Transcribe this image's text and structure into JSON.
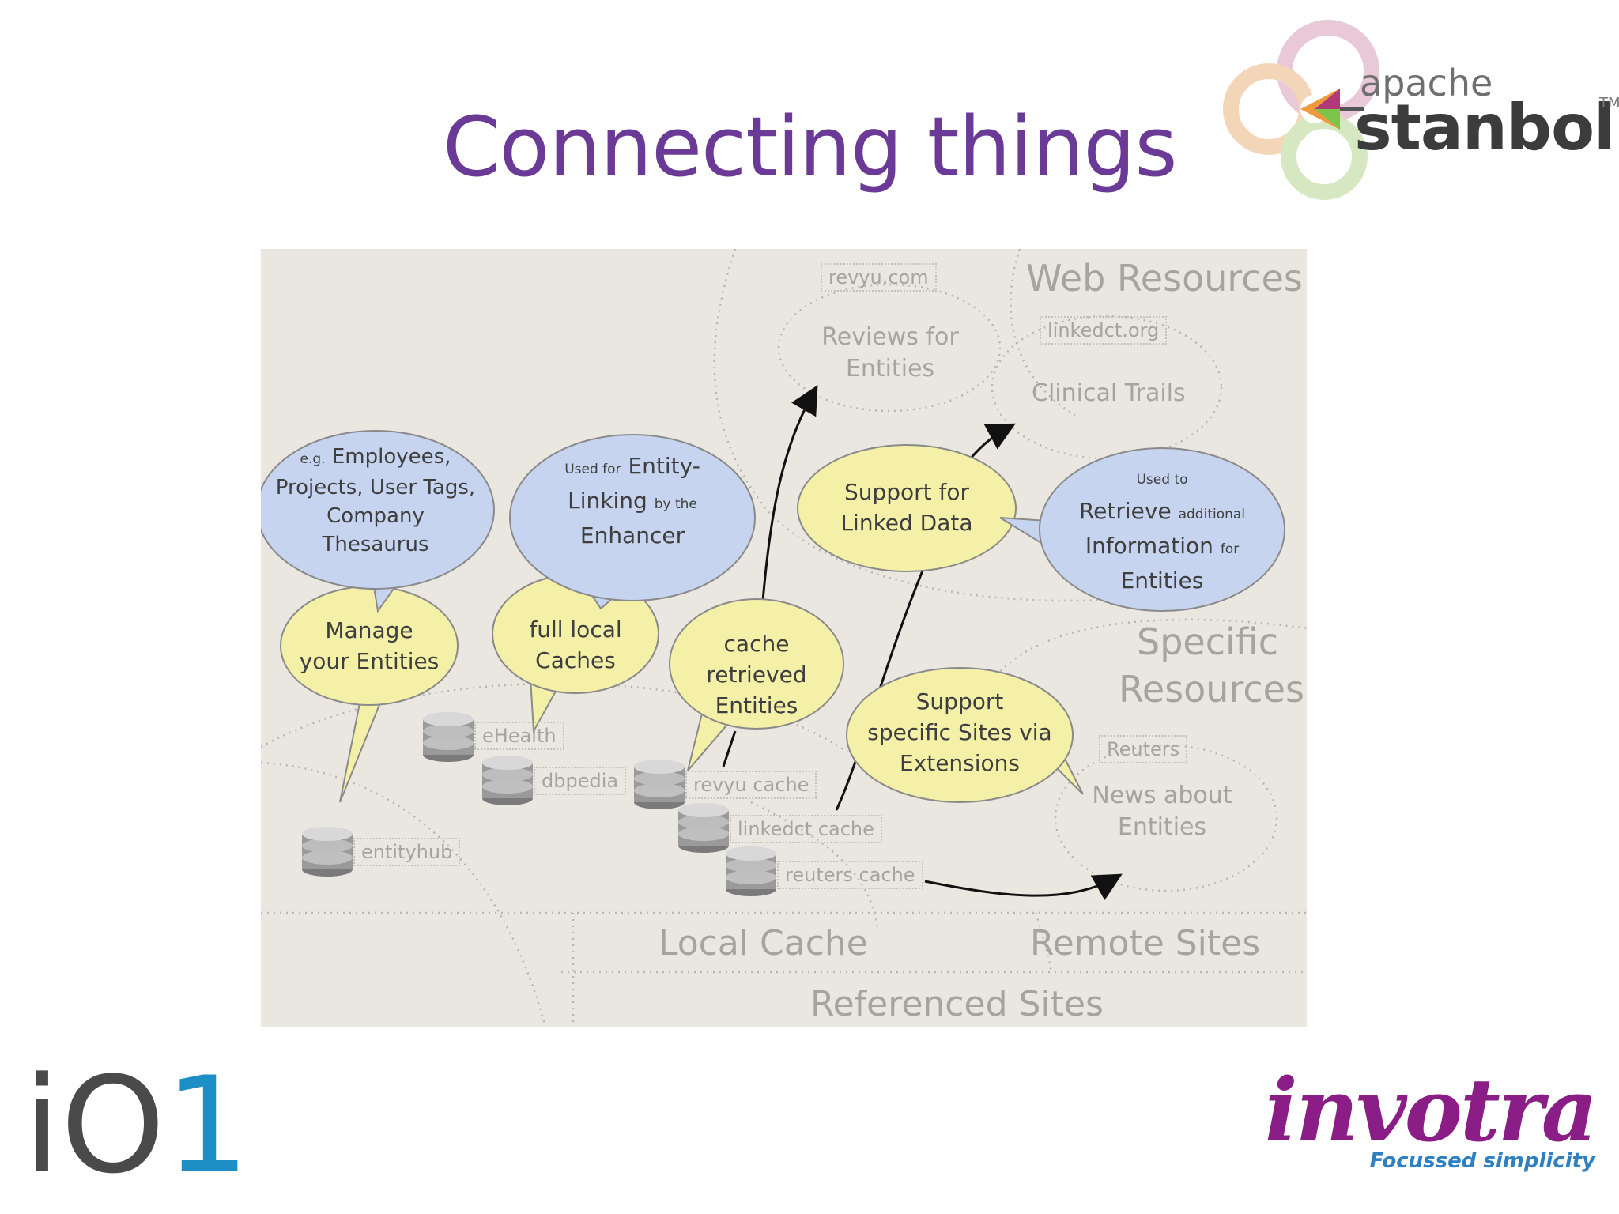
{
  "title": "Connecting things",
  "logos": {
    "stanbol_top": "apache",
    "stanbol_main": "stanbol",
    "stanbol_tm": "TM",
    "io1_part1": "iO",
    "io1_part2": "1",
    "invotra_word": "invotra",
    "invotra_tagline": "Focussed simplicity"
  },
  "diagram": {
    "regions": {
      "web_resources": "Web Resources",
      "specific": "Specific",
      "resources": "Resources",
      "local_cache": "Local Cache",
      "remote_sites": "Remote Sites",
      "referenced_sites": "Referenced Sites"
    },
    "boxes": {
      "revyu": "revyu.com",
      "linkedct": "linkedct.org",
      "reuters": "Reuters",
      "ehealth": "eHealth",
      "dbpedia": "dbpedia",
      "entityhub": "entityhub",
      "revyu_cache": "revyu cache",
      "linkedct_cache": "linkedct cache",
      "reuters_cache": "reuters cache"
    },
    "cloud_texts": {
      "reviews_1": "Reviews for",
      "reviews_2": "Entities",
      "clinical": "Clinical Trails",
      "news_1": "News about",
      "news_2": "Entities"
    },
    "bubbles": {
      "employees": {
        "l1a": "e.g.",
        "l1b": "Employees,",
        "l2": "Projects, User Tags,",
        "l3": "Company",
        "l4": "Thesaurus"
      },
      "entity_linking": {
        "l1a": "Used for",
        "l1b": "Entity-",
        "l2a": "Linking",
        "l2b": "by the",
        "l3": "Enhancer"
      },
      "retrieve": {
        "l1": "Used to",
        "l2a": "Retrieve",
        "l2b": "additional",
        "l3a": "Information",
        "l3b": "for",
        "l4": "Entities"
      },
      "manage": {
        "l1": "Manage",
        "l2": "your Entities"
      },
      "full_local": {
        "l1": "full local",
        "l2": "Caches"
      },
      "cache_retrieved": {
        "l1": "cache",
        "l2": "retrieved",
        "l3": "Entities"
      },
      "linked_data": {
        "l1": "Support for",
        "l2": "Linked Data"
      },
      "specific_sites": {
        "l1": "Support",
        "l2": "specific Sites via",
        "l3": "Extensions"
      }
    }
  },
  "colors": {
    "title": "#6a3a96",
    "diagram_bg": "#e9e7e0",
    "yellow_bubble": "#f4f0a8",
    "blue_bubble": "#c7d4ef",
    "io1_blue": "#1e8fc4",
    "invotra_purple": "#8a1e86",
    "invotra_blue": "#2f7fc3"
  }
}
